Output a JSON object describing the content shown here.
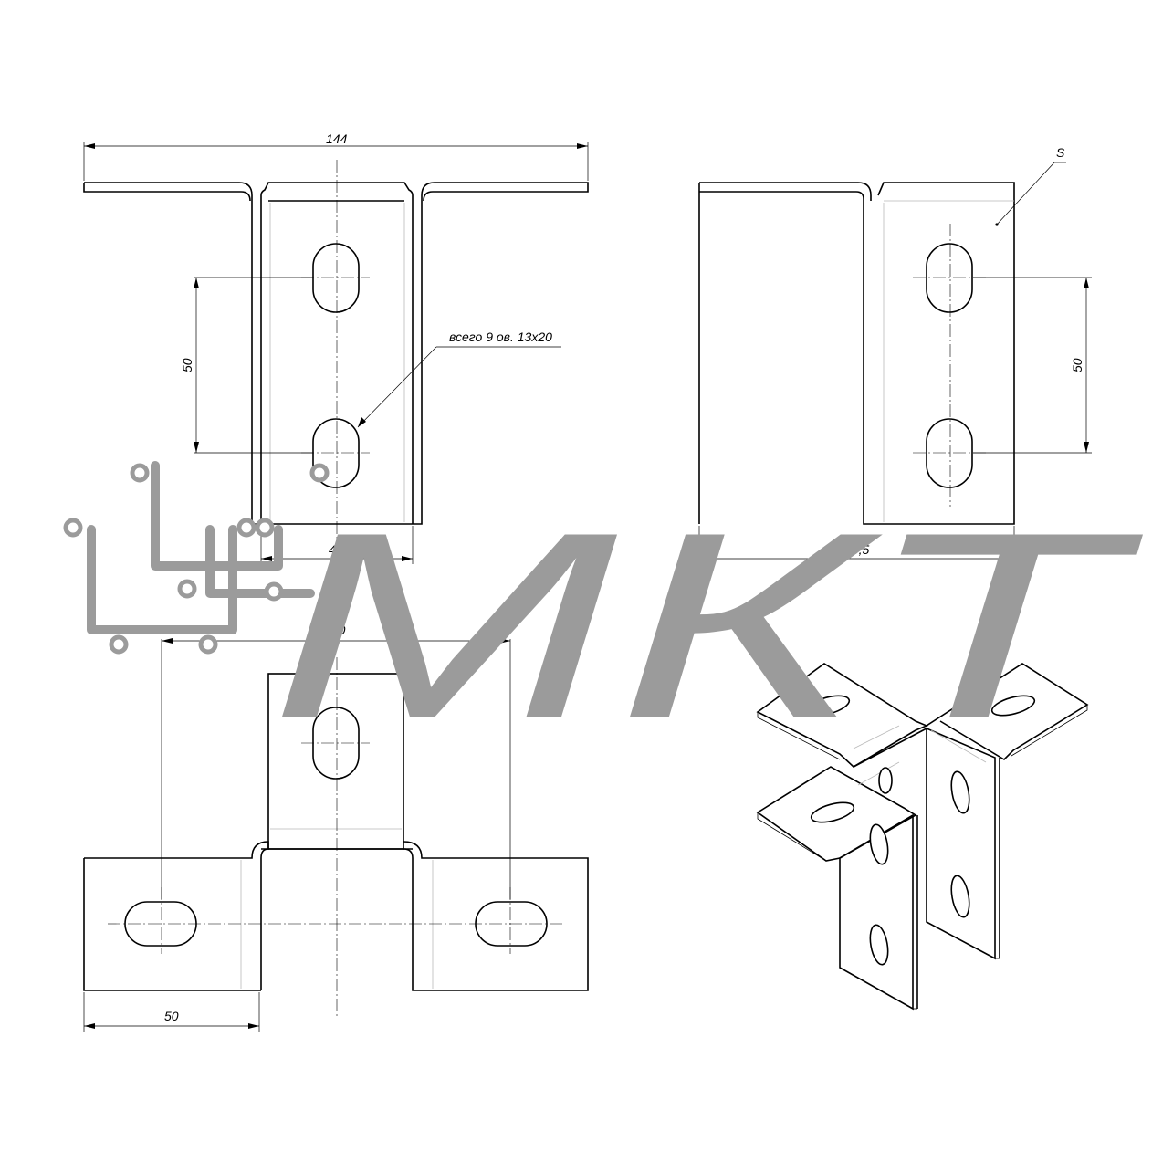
{
  "drawing": {
    "dimensions": {
      "top_width": "144",
      "front_spacing": "50",
      "front_inner_width": "43",
      "side_spacing": "50",
      "side_depth": "90,5",
      "plan_spacing": "100",
      "plan_flange": "50"
    },
    "callouts": {
      "holes_note": "всего 9 ов. 13х20",
      "thickness": "S"
    },
    "watermark": {
      "text": "МКТ",
      "color": "#9b9b9b"
    }
  }
}
